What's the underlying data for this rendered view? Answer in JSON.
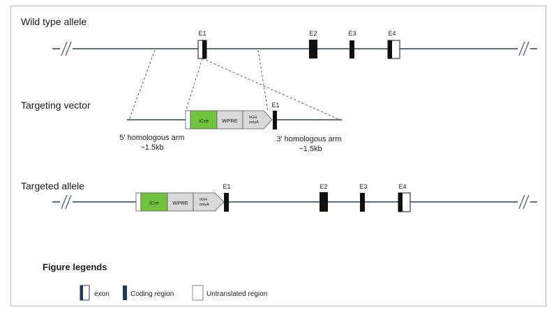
{
  "diagram": {
    "sections": {
      "wild_type": "Wild type allele",
      "targeting_vector": "Targeting vector",
      "targeted": "Targeted allele"
    },
    "exons": {
      "e1": "E1",
      "e2": "E2",
      "e3": "E3",
      "e4": "E4"
    },
    "cassette": {
      "icre": "iCre",
      "wpre": "WPRE",
      "bgh_line1": "bGH",
      "bgh_line2": "polyA"
    },
    "arms": {
      "five_prime_line1": "5' homologous arm",
      "five_prime_line2": "~1.5kb",
      "three_prime_line1": "3' homologous arm",
      "three_prime_line2": "~1.5kb"
    },
    "colors": {
      "line": "#5a6f8c",
      "exon": "#111111",
      "icre": "#6fc53a",
      "cassette_grey": "#d9d9d9"
    }
  },
  "legend": {
    "title": "Figure legends",
    "exon": "exon",
    "coding": "Coding region",
    "utr": "Untranslated region"
  }
}
